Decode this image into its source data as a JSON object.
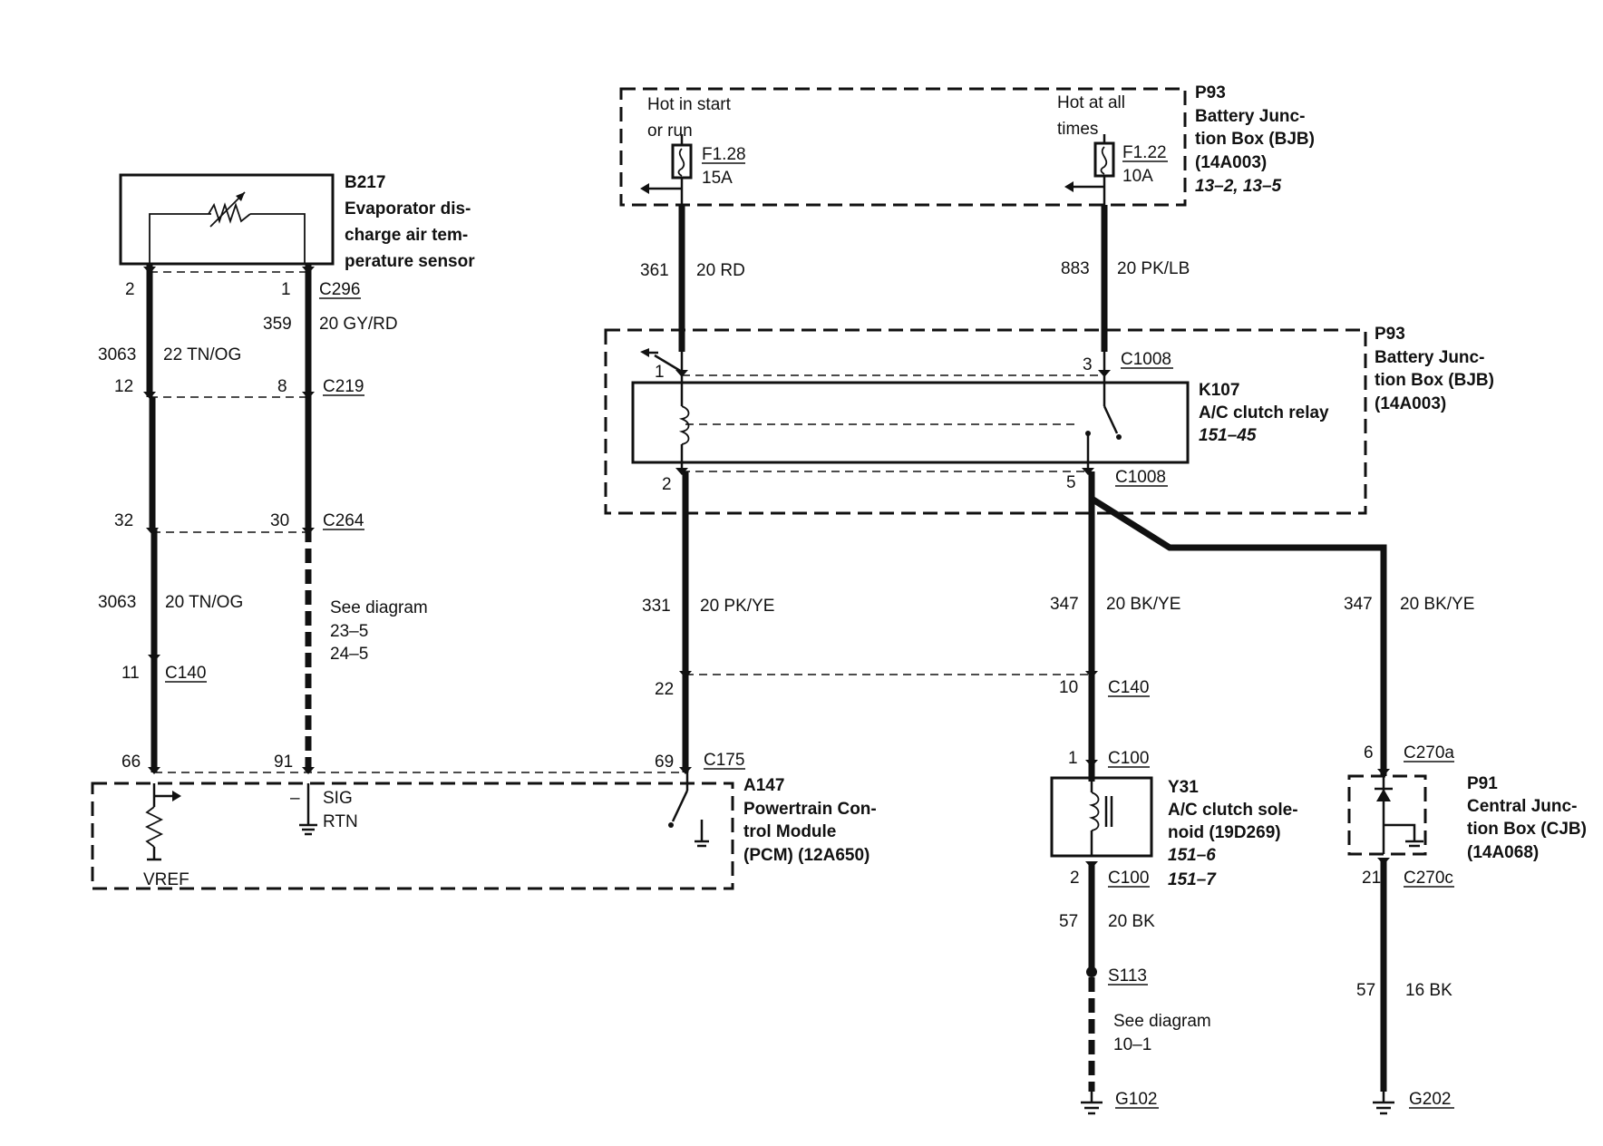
{
  "components": {
    "b217": {
      "id": "B217",
      "line1": "Evaporator dis-",
      "line2": "charge air tem-",
      "line3": "perature sensor"
    },
    "p93_top": {
      "id": "P93",
      "line1": "Battery Junc-",
      "line2": "tion Box (BJB)",
      "line3": "(14A003)",
      "ref": "13–2, 13–5"
    },
    "p93_mid": {
      "id": "P93",
      "line1": "Battery Junc-",
      "line2": "tion Box (BJB)",
      "line3": "(14A003)"
    },
    "k107": {
      "id": "K107",
      "line1": "A/C clutch relay",
      "ref": "151–45"
    },
    "a147": {
      "id": "A147",
      "line1": "Powertrain Con-",
      "line2": "trol Module",
      "line3": "(PCM) (12A650)"
    },
    "y31": {
      "id": "Y31",
      "line1": "A/C clutch sole-",
      "line2": "noid (19D269)",
      "ref1": "151–6",
      "ref2": "151–7"
    },
    "p91": {
      "id": "P91",
      "line1": "Central Junc-",
      "line2": "tion Box (CJB)",
      "line3": "(14A068)"
    }
  },
  "power": {
    "hot_start_1": "Hot in start",
    "hot_start_2": "or run",
    "hot_all_1": "Hot at all",
    "hot_all_2": "times"
  },
  "fuses": [
    {
      "name": "F1.28",
      "rating": "15A"
    },
    {
      "name": "F1.22",
      "rating": "10A"
    }
  ],
  "connectors": {
    "c296": "C296",
    "c219": "C219",
    "c264": "C264",
    "c140a": "C140",
    "c175": "C175",
    "c1008a": "C1008",
    "c1008b": "C1008",
    "c140b": "C140",
    "c100a": "C100",
    "c100b": "C100",
    "c270a": "C270a",
    "c270c": "C270c",
    "s113": "S113",
    "g102": "G102",
    "g202": "G202"
  },
  "pins": {
    "b217_2": "2",
    "b217_1": "1",
    "c219_12": "12",
    "c219_8": "8",
    "c264_32": "32",
    "c264_30": "30",
    "c140_11": "11",
    "pcm_66": "66",
    "pcm_91": "91",
    "k107_1": "1",
    "k107_3": "3",
    "k107_2": "2",
    "k107_5": "5",
    "c140_22": "22",
    "c140_10": "10",
    "pcm_69": "69",
    "c100_1": "1",
    "c100_2": "2",
    "c270a_6": "6",
    "c270c_21": "21"
  },
  "wires": [
    {
      "circuit": "3063",
      "spec": "22 TN/OG"
    },
    {
      "circuit": "359",
      "spec": "20 GY/RD"
    },
    {
      "circuit": "3063",
      "spec": "20 TN/OG"
    },
    {
      "circuit": "361",
      "spec": "20 RD"
    },
    {
      "circuit": "883",
      "spec": "20 PK/LB"
    },
    {
      "circuit": "331",
      "spec": "20 PK/YE"
    },
    {
      "circuit": "347",
      "spec": "20 BK/YE"
    },
    {
      "circuit": "347",
      "spec": "20 BK/YE"
    },
    {
      "circuit": "57",
      "spec": "20 BK"
    },
    {
      "circuit": "57",
      "spec": "16 BK"
    }
  ],
  "notes": {
    "see1": "See diagram",
    "see1_a": "23–5",
    "see1_b": "24–5",
    "see2": "See diagram",
    "see2_a": "10–1"
  },
  "pcm_labels": {
    "sig": "SIG",
    "rtn": "RTN",
    "vref": "VREF",
    "minus": "–"
  }
}
